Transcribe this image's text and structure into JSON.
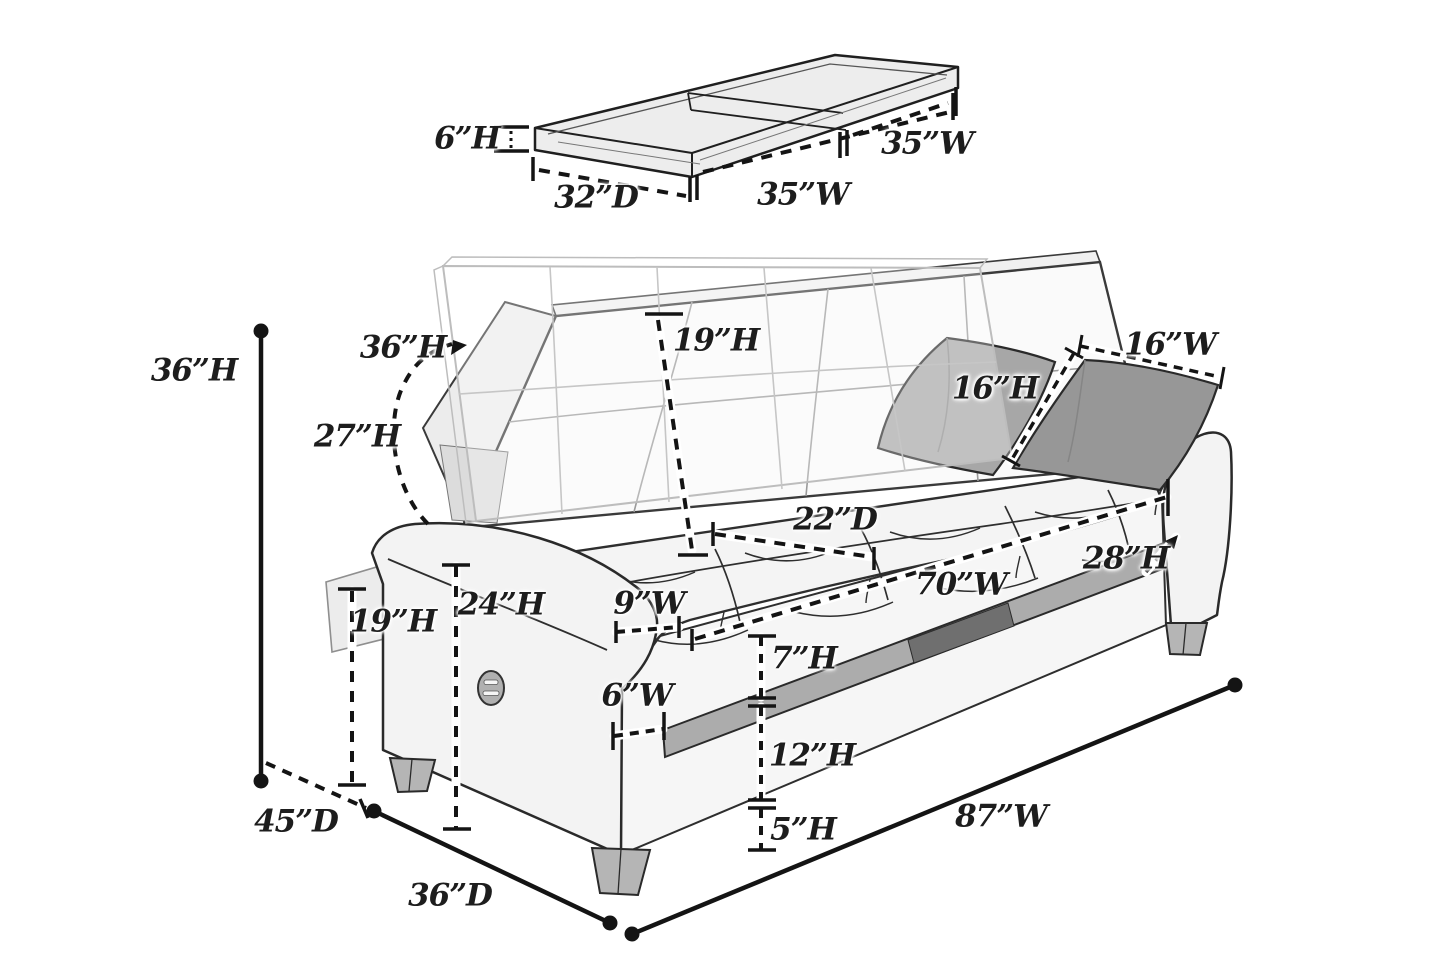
{
  "colors": {
    "line": "#1f1f1f",
    "body_fill": "#f4f4f4",
    "ghost_line": "#bdbdbd",
    "pillow_light": "#a7a7a7",
    "pillow_dark": "#979797",
    "storage_band": "#acacac",
    "storage_opening": "#6f6f6f",
    "leg": "#b5b5b5"
  },
  "labels": {
    "tray_height": "6”H",
    "tray_depth": "32”D",
    "tray_width_front": "35”W",
    "tray_width_right": "35”W",
    "sofa_overall_height": "36”H",
    "backrest_rotation_height": "36”H",
    "backrest_recline_height": "27”H",
    "backrest_panel_height": "19”H",
    "pillow_height": "16”H",
    "pillow_width": "16”W",
    "seat_depth": "22”D",
    "seat_width": "70”W",
    "right_arm_height": "28”H",
    "left_arm_height": "24”H",
    "side_flap_height": "19”H",
    "armrest_top_width": "9”W",
    "armrest_base_width": "6”W",
    "seat_rail_height": "7”H",
    "storage_box_height": "12”H",
    "leg_height": "5”H",
    "overall_width": "87”W",
    "overall_depth": "45”D",
    "base_depth": "36”D"
  }
}
